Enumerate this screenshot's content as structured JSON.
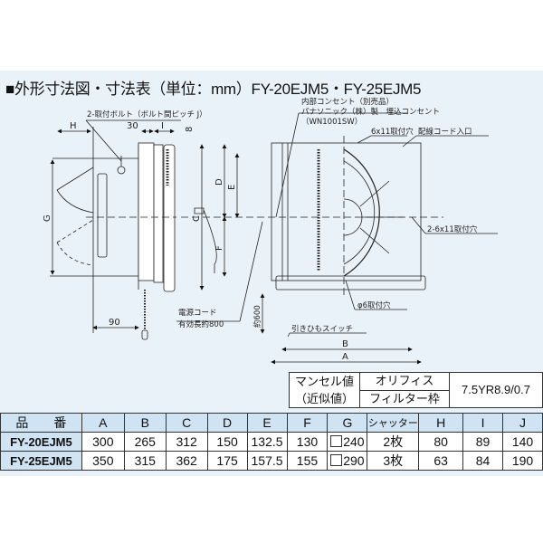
{
  "title": "■外形寸法図・寸法表（単位：mm）FY-20EJM5・FY-25EJM5",
  "drawing": {
    "labels": {
      "bolt": "2-取付ボルト（ボルト間ピッチ J）",
      "outlet1": "内部コンセント（別売品）",
      "outlet2": "パナソニック（株）製　埋込コンセント",
      "outlet3": "（WN1001SW）",
      "hole6x11": "6x11取付穴",
      "cord_entry": "配線コード入口",
      "hole2_6x11": "2-6x11取付穴",
      "phi6": "φ6取付穴",
      "cord1": "電源コード",
      "cord2": "有効長約800",
      "pull": "引きひもスイッチ",
      "approx600": "約600"
    },
    "dims": {
      "H": "H",
      "I": "I",
      "d30": "30",
      "d8": "8",
      "G": "G",
      "C": "C",
      "D": "D",
      "E": "E",
      "F": "F",
      "d90": "90",
      "A": "A",
      "B": "B"
    }
  },
  "munsell": {
    "label1": "マンセル値",
    "label2": "（近似値）",
    "orifice": "オリフィス",
    "filter": "フィルター枠",
    "value": "7.5YR8.9/0.7"
  },
  "spec_table": {
    "headers": [
      "品　　番",
      "A",
      "B",
      "C",
      "D",
      "E",
      "F",
      "G",
      "シャッター",
      "H",
      "I",
      "J"
    ],
    "rows": [
      [
        "FY-20EJM5",
        "300",
        "265",
        "312",
        "150",
        "132.5",
        "130",
        "240",
        "2枚",
        "80",
        "89",
        "140"
      ],
      [
        "FY-25EJM5",
        "350",
        "315",
        "362",
        "175",
        "157.5",
        "155",
        "290",
        "3枚",
        "63",
        "84",
        "190"
      ]
    ]
  }
}
